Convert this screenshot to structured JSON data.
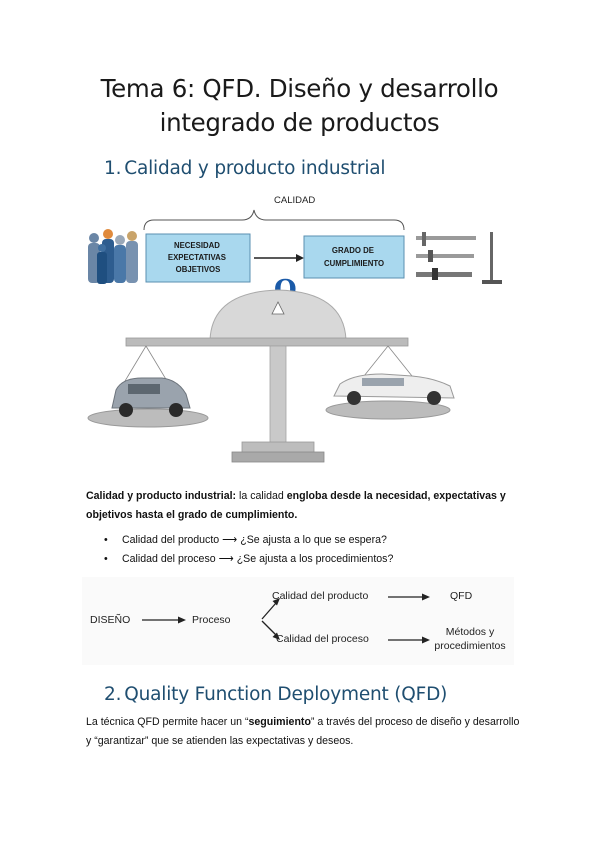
{
  "title": {
    "line1": "Tema 6: QFD. Diseño y desarrollo",
    "line2": "integrado de productos"
  },
  "section1": {
    "number": "1.",
    "heading": "Calidad y producto industrial"
  },
  "figure": {
    "brace_label": "CALIDAD",
    "box_left": [
      "NECESIDAD",
      "EXPECTATIVAS",
      "OBJETIVOS"
    ],
    "box_right": [
      "GRADO DE",
      "CUMPLIMIENTO"
    ],
    "q_letter": "Q",
    "colors": {
      "box_fill": "#a9d8ee",
      "box_border": "#5a8fb0",
      "q_color": "#1a5aa8"
    }
  },
  "paragraph1": {
    "bold_lead": "Calidad y producto industrial:",
    "normal": " la calidad ",
    "bold_rest": "engloba desde la necesidad, expectativas y objetivos hasta el grado de cumplimiento."
  },
  "bullets": [
    "Calidad del producto ⟶ ¿Se ajusta a lo que se espera?",
    "Calidad del proceso ⟶ ¿Se ajusta a los procedimientos?"
  ],
  "flow": {
    "start": "DISEÑO",
    "middle": "Proceso",
    "top_branch": "Calidad del producto",
    "bottom_branch": "Calidad del proceso",
    "top_result": "QFD",
    "bottom_result_line1": "Métodos y",
    "bottom_result_line2": "procedimientos"
  },
  "section2": {
    "number": "2.",
    "heading": "Quality Function Deployment (QFD)"
  },
  "paragraph2": {
    "part1": "La técnica QFD permite hacer un “",
    "bold": "seguimiento",
    "part2": "” a través del proceso de diseño y desarrollo y “garantizar” que se atienden las expectativas y deseos."
  }
}
